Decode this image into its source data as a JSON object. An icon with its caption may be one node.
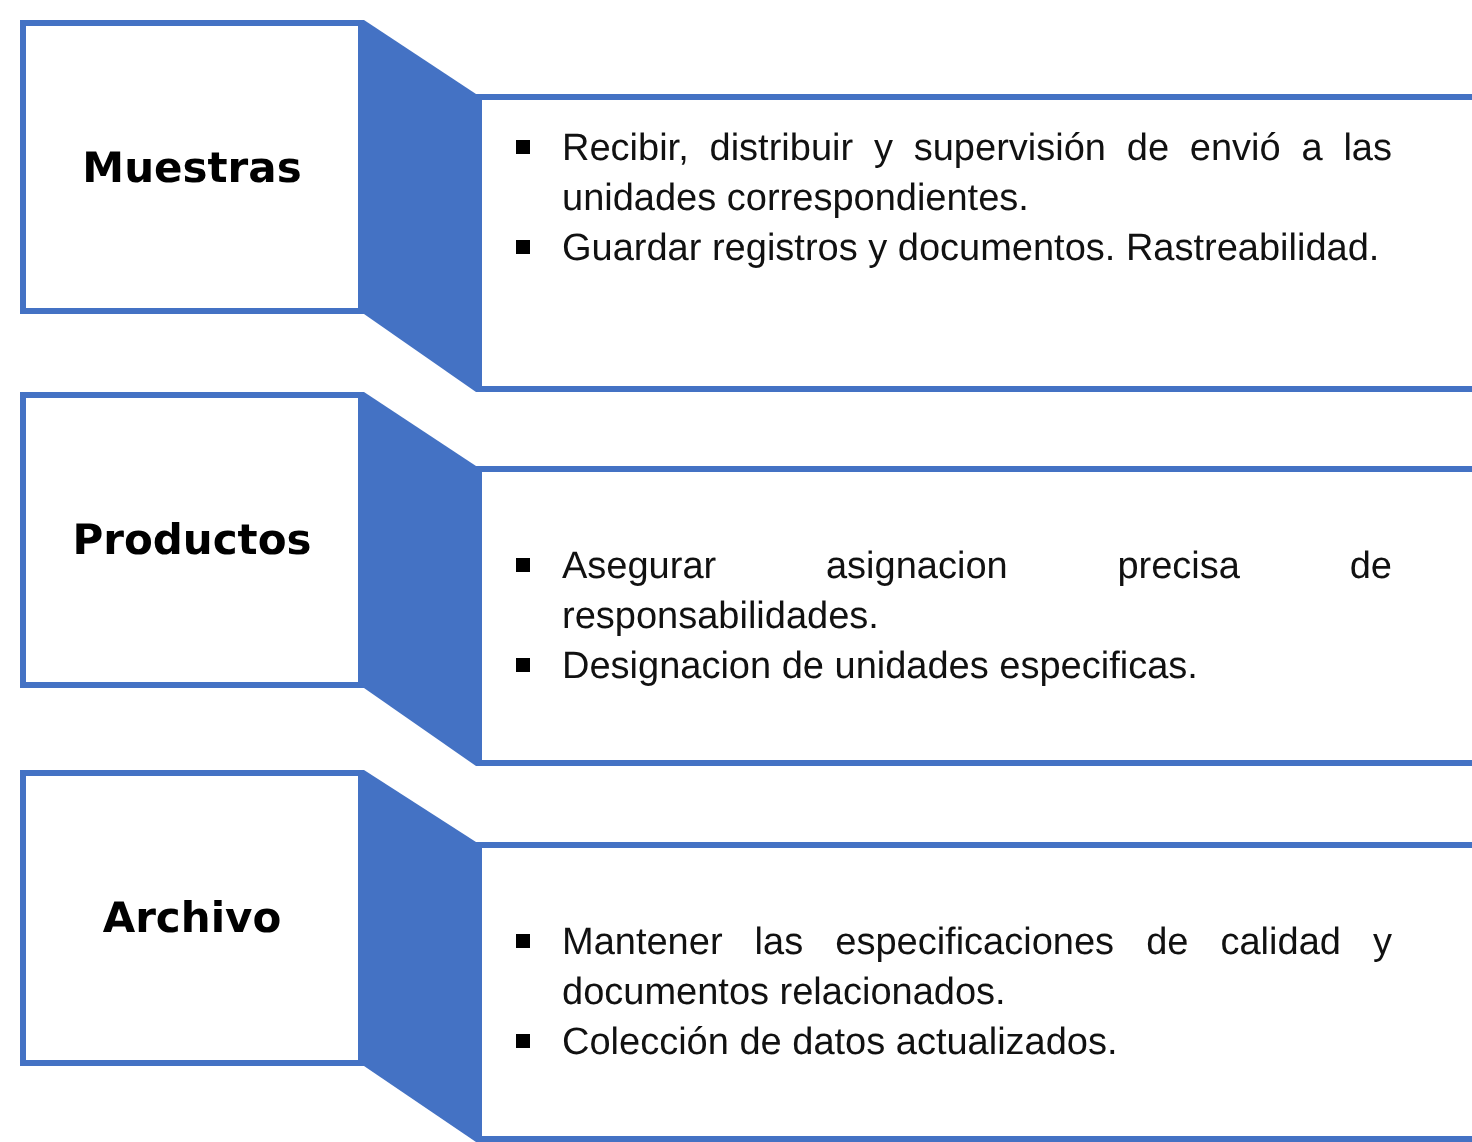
{
  "diagram": {
    "nodes": [
      {
        "text": [
          "Muestras"
        ]
      },
      {
        "text": [
          "Recibir, distribuir y supervisión de envió a las unidades correspondientes.",
          "Guardar registros y documentos. Rastreabilidad."
        ]
      },
      {
        "text": [
          "Productos"
        ]
      },
      {
        "text": [
          "Asegurar asignacion precisa de responsabilidades.",
          "Designacion de unidades especificas."
        ]
      },
      {
        "text": [
          "Archivo"
        ]
      },
      {
        "text": [
          "Mantener las especificaciones de calidad y documentos relacionados.",
          "Colección de datos actualizados."
        ]
      }
    ],
    "edges": [
      {
        "from": 0,
        "to": 1,
        "arrow": "none",
        "style": "thick"
      },
      {
        "from": 2,
        "to": 3,
        "arrow": "none",
        "style": "thick"
      },
      {
        "from": 4,
        "to": 5,
        "arrow": "none",
        "style": "thick"
      }
    ]
  }
}
